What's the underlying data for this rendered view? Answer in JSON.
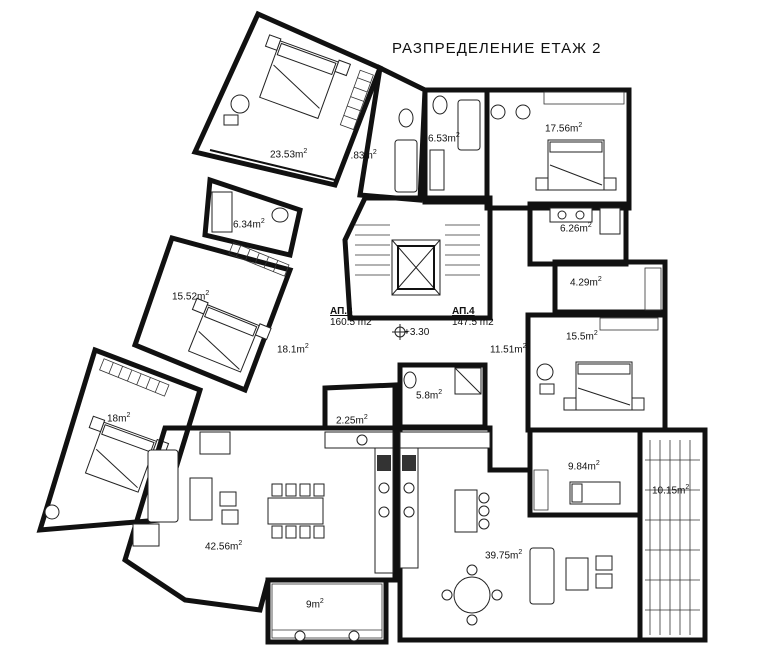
{
  "title": "РАЗПРЕДЕЛЕНИЕ ЕТАЖ 2",
  "elevation": "+3.30",
  "apartments": [
    {
      "code": "АП.3",
      "area": "160.5 m2"
    },
    {
      "code": "АП.4",
      "area": "147.5 m2"
    }
  ],
  "rooms": [
    {
      "value": "23.53",
      "unit": "m",
      "exp": "2"
    },
    {
      "value": "7.83",
      "unit": "m",
      "exp": "2"
    },
    {
      "value": "6.53",
      "unit": "m",
      "exp": "2"
    },
    {
      "value": "17.56",
      "unit": "m",
      "exp": "2"
    },
    {
      "value": "6.34",
      "unit": "m",
      "exp": "2"
    },
    {
      "value": "6.26",
      "unit": "m",
      "exp": "2"
    },
    {
      "value": "15.52",
      "unit": "m",
      "exp": "2"
    },
    {
      "value": "4.29",
      "unit": "m",
      "exp": "2"
    },
    {
      "value": "18.1",
      "unit": "m",
      "exp": "2"
    },
    {
      "value": "15.5",
      "unit": "m",
      "exp": "2"
    },
    {
      "value": "11.51",
      "unit": "m",
      "exp": "2"
    },
    {
      "value": "18",
      "unit": "m",
      "exp": "2"
    },
    {
      "value": "5.8",
      "unit": "m",
      "exp": "2"
    },
    {
      "value": "2.25",
      "unit": "m",
      "exp": "2"
    },
    {
      "value": "9.84",
      "unit": "m",
      "exp": "2"
    },
    {
      "value": "10.15",
      "unit": "m",
      "exp": "2"
    },
    {
      "value": "42.56",
      "unit": "m",
      "exp": "2"
    },
    {
      "value": "39.75",
      "unit": "m",
      "exp": "2"
    },
    {
      "value": "9",
      "unit": "m",
      "exp": "2"
    }
  ]
}
